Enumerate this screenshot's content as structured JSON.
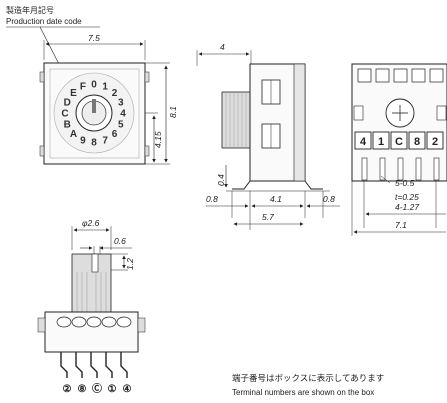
{
  "production_label": {
    "jp": "製造年月記号",
    "en": "Production date code"
  },
  "front_view": {
    "width": "7.5",
    "height": "8.1",
    "center_height": "4.15",
    "dial_chars": [
      "0",
      "1",
      "2",
      "3",
      "4",
      "5",
      "6",
      "7",
      "8",
      "9",
      "A",
      "B",
      "C",
      "D",
      "E",
      "F"
    ]
  },
  "side_view": {
    "top_width": "4",
    "offset_left": "0.8",
    "offset_mid": "4.1",
    "offset_right": "0.8",
    "total_width": "5.7",
    "thickness": "0.4"
  },
  "bottom_view": {
    "pitch": "5-0.5",
    "thickness": "t=0.25",
    "span": "4-1.27",
    "total": "7.1",
    "terminal_labels": [
      "4",
      "1",
      "C",
      "8",
      "2"
    ]
  },
  "lower_view": {
    "shaft_dia": "φ2.6",
    "slot_width": "0.6",
    "slot_depth": "1.2",
    "terminal_order": [
      "②",
      "⑧",
      "Ⓒ",
      "①",
      "④"
    ]
  },
  "note": {
    "jp": "端子番号はボックスに表示してあります",
    "en": "Terminal numbers are shown on the box"
  }
}
